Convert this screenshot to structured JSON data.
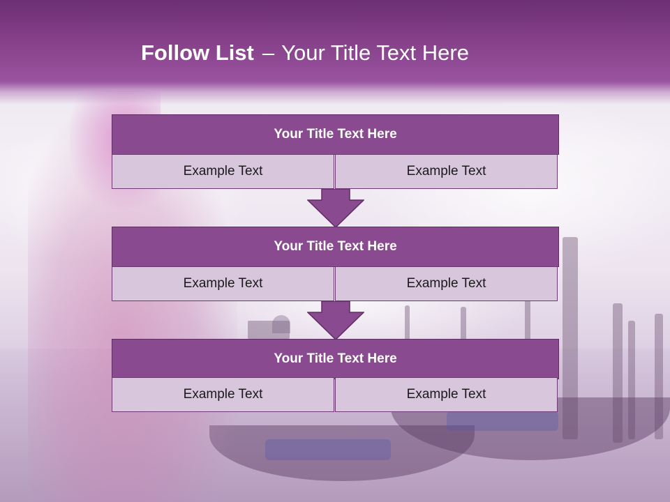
{
  "slide": {
    "title_bold": "Follow List",
    "title_separator": "–",
    "title_rest": "Your Title Text Here"
  },
  "blocks": [
    {
      "heading": "Your Title Text Here",
      "left_text": "Example Text",
      "right_text": "Example Text"
    },
    {
      "heading": "Your Title Text Here",
      "left_text": "Example Text",
      "right_text": "Example Text"
    },
    {
      "heading": "Your Title Text Here",
      "left_text": "Example Text",
      "right_text": "Example Text"
    }
  ],
  "colors": {
    "header": "#86418a",
    "box_heading": "#8a4a90",
    "box_cell": "#d8c6dc",
    "arrow": "#8a4a90"
  },
  "icons": [
    "down-arrow-icon",
    "down-arrow-icon"
  ]
}
